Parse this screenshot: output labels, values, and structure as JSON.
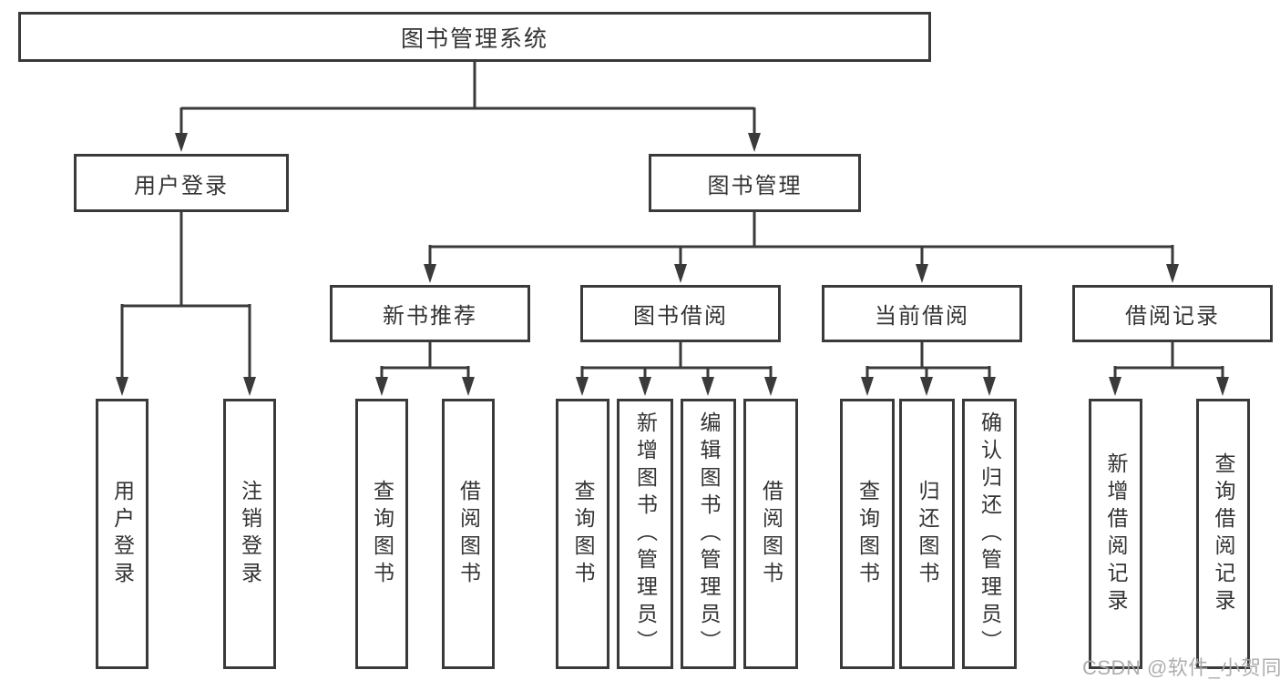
{
  "diagram": {
    "title": "图书管理系统",
    "root": {
      "label": "图书管理系统"
    },
    "level2": [
      {
        "id": "user-login",
        "label": "用户登录"
      },
      {
        "id": "book-management",
        "label": "图书管理"
      }
    ],
    "level3": [
      {
        "id": "new-book-recommend",
        "label": "新书推荐",
        "parent": "book-management"
      },
      {
        "id": "book-borrow",
        "label": "图书借阅",
        "parent": "book-management"
      },
      {
        "id": "current-borrow",
        "label": "当前借阅",
        "parent": "book-management"
      },
      {
        "id": "borrow-record",
        "label": "借阅记录",
        "parent": "book-management"
      }
    ],
    "leaves": [
      {
        "label": "用户登录",
        "parent": "user-login"
      },
      {
        "label": "注销登录",
        "parent": "user-login"
      },
      {
        "label": "查询图书",
        "parent": "new-book-recommend"
      },
      {
        "label": "借阅图书",
        "parent": "new-book-recommend"
      },
      {
        "label": "查询图书",
        "parent": "book-borrow"
      },
      {
        "label": "新增图书（管理员）",
        "parent": "book-borrow"
      },
      {
        "label": "编辑图书（管理员）",
        "parent": "book-borrow"
      },
      {
        "label": "借阅图书",
        "parent": "book-borrow"
      },
      {
        "label": "查询图书",
        "parent": "current-borrow"
      },
      {
        "label": "归还图书",
        "parent": "current-borrow"
      },
      {
        "label": "确认归还（管理员）",
        "parent": "current-borrow"
      },
      {
        "label": "新增借阅记录",
        "parent": "borrow-record"
      },
      {
        "label": "查询借阅记录",
        "parent": "borrow-record"
      }
    ]
  },
  "watermark": {
    "text": "CSDN @软件_小贺同学"
  },
  "colors": {
    "line": "#3a3a3a",
    "box_border": "#3a3a3a",
    "text": "#333333",
    "watermark": "#a8a8a8",
    "background": "#ffffff"
  }
}
